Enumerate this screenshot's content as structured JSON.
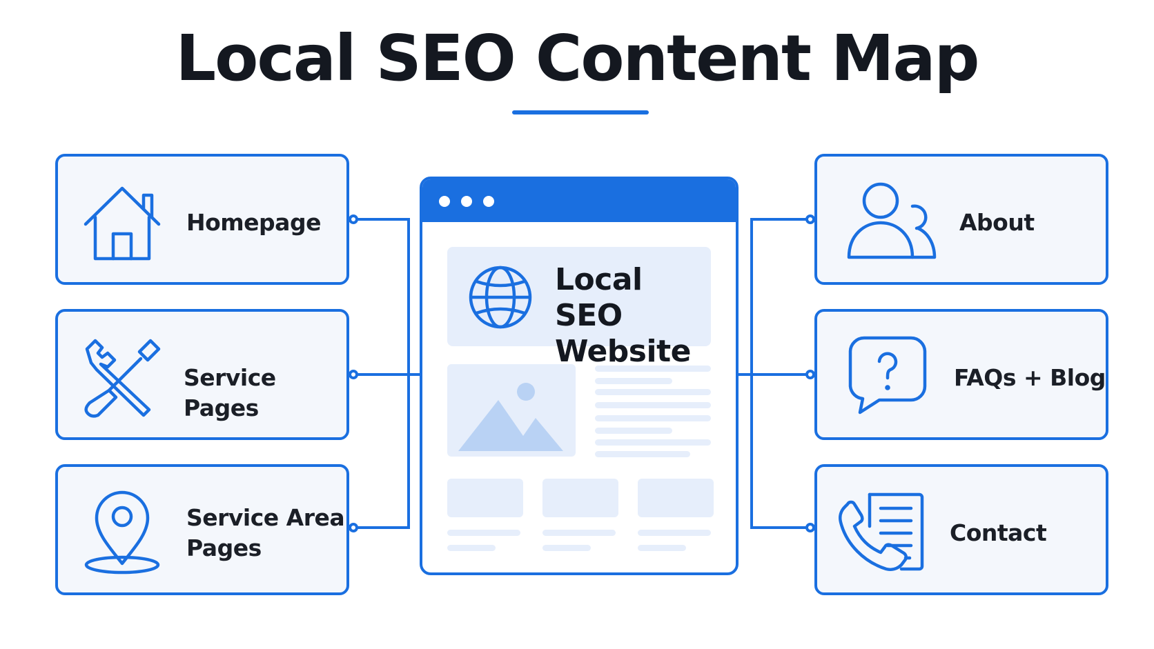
{
  "title": "Local SEO Content Map",
  "center": {
    "line1": "Local SEO",
    "line2": "Website"
  },
  "left_cards": [
    {
      "label": "Homepage",
      "icon": "house-icon"
    },
    {
      "label": "Service Pages",
      "icon": "wrench-screwdriver-icon"
    },
    {
      "label_line1": "Service Area",
      "label_line2": "Pages",
      "icon": "location-pin-icon"
    }
  ],
  "right_cards": [
    {
      "label": "About",
      "icon": "users-icon"
    },
    {
      "label": "FAQs + Blog",
      "icon": "question-bubble-icon"
    },
    {
      "label": "Contact",
      "icon": "phone-document-icon"
    }
  ],
  "colors": {
    "accent": "#1a6fe0",
    "card_fill": "#f4f7fc",
    "placeholder": "#e6eefb",
    "text": "#141820"
  }
}
